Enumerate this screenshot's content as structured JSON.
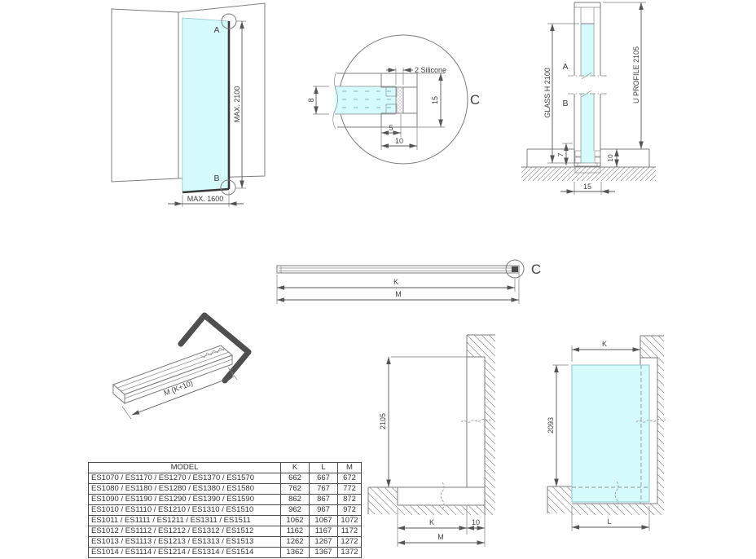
{
  "drawing1": {
    "label_a": "A",
    "label_b": "B",
    "dim_height": "MAX. 2100",
    "dim_width": "MAX. 1600"
  },
  "drawing2": {
    "silicone": "2 Silicone",
    "dim_glass": "8",
    "dim_height": "15",
    "dim_depth": "5",
    "dim_width": "10",
    "detail_letter": "C"
  },
  "drawing3": {
    "label_a": "A",
    "label_b": "B",
    "dim_glass": "GLASS H 2100",
    "dim_profile": "U PROFILE 2105",
    "dim_7": "7",
    "dim_10": "10",
    "dim_15": "15"
  },
  "drawing4": {
    "dim_k": "K",
    "dim_m": "M",
    "detail_letter": "C"
  },
  "drawing5": {
    "dim_length": "M (K+10)"
  },
  "drawing6": {
    "dim_height": "2105",
    "dim_k": "K",
    "dim_10": "10",
    "dim_m": "M"
  },
  "drawing7": {
    "dim_k": "K",
    "dim_height": "2093",
    "dim_l": "L"
  },
  "table": {
    "headers": {
      "model": "MODEL",
      "k": "K",
      "l": "L",
      "m": "M"
    },
    "rows": [
      {
        "model": "ES1070 / ES1170 / ES1270 / ES1370 / ES1570",
        "k": "662",
        "l": "667",
        "m": "672"
      },
      {
        "model": "ES1080 / ES1180 / ES1280 / ES1380 / ES1580",
        "k": "762",
        "l": "767",
        "m": "772"
      },
      {
        "model": "ES1090 / ES1190 / ES1290 / ES1390 / ES1590",
        "k": "862",
        "l": "867",
        "m": "872"
      },
      {
        "model": "ES1010 / ES1110 / ES1210 / ES1310 / ES1510",
        "k": "962",
        "l": "967",
        "m": "972"
      },
      {
        "model": "ES1011 / ES1111 / ES1211 / ES1311 / ES1511",
        "k": "1062",
        "l": "1067",
        "m": "1072"
      },
      {
        "model": "ES1012 / ES1112 / ES1212 / ES1312 / ES1512",
        "k": "1162",
        "l": "1167",
        "m": "1172"
      },
      {
        "model": "ES1013 / ES1113 / ES1213 / ES1313 / ES1513",
        "k": "1262",
        "l": "1267",
        "m": "1272"
      },
      {
        "model": "ES1014 / ES1114 / ES1214 / ES1314 / ES1514",
        "k": "1362",
        "l": "1367",
        "m": "1372"
      }
    ]
  },
  "colors": {
    "glass": "#d5fbfd",
    "line": "#7d7d7d",
    "dark": "#4a4a4a",
    "text": "#3f3f3f"
  }
}
